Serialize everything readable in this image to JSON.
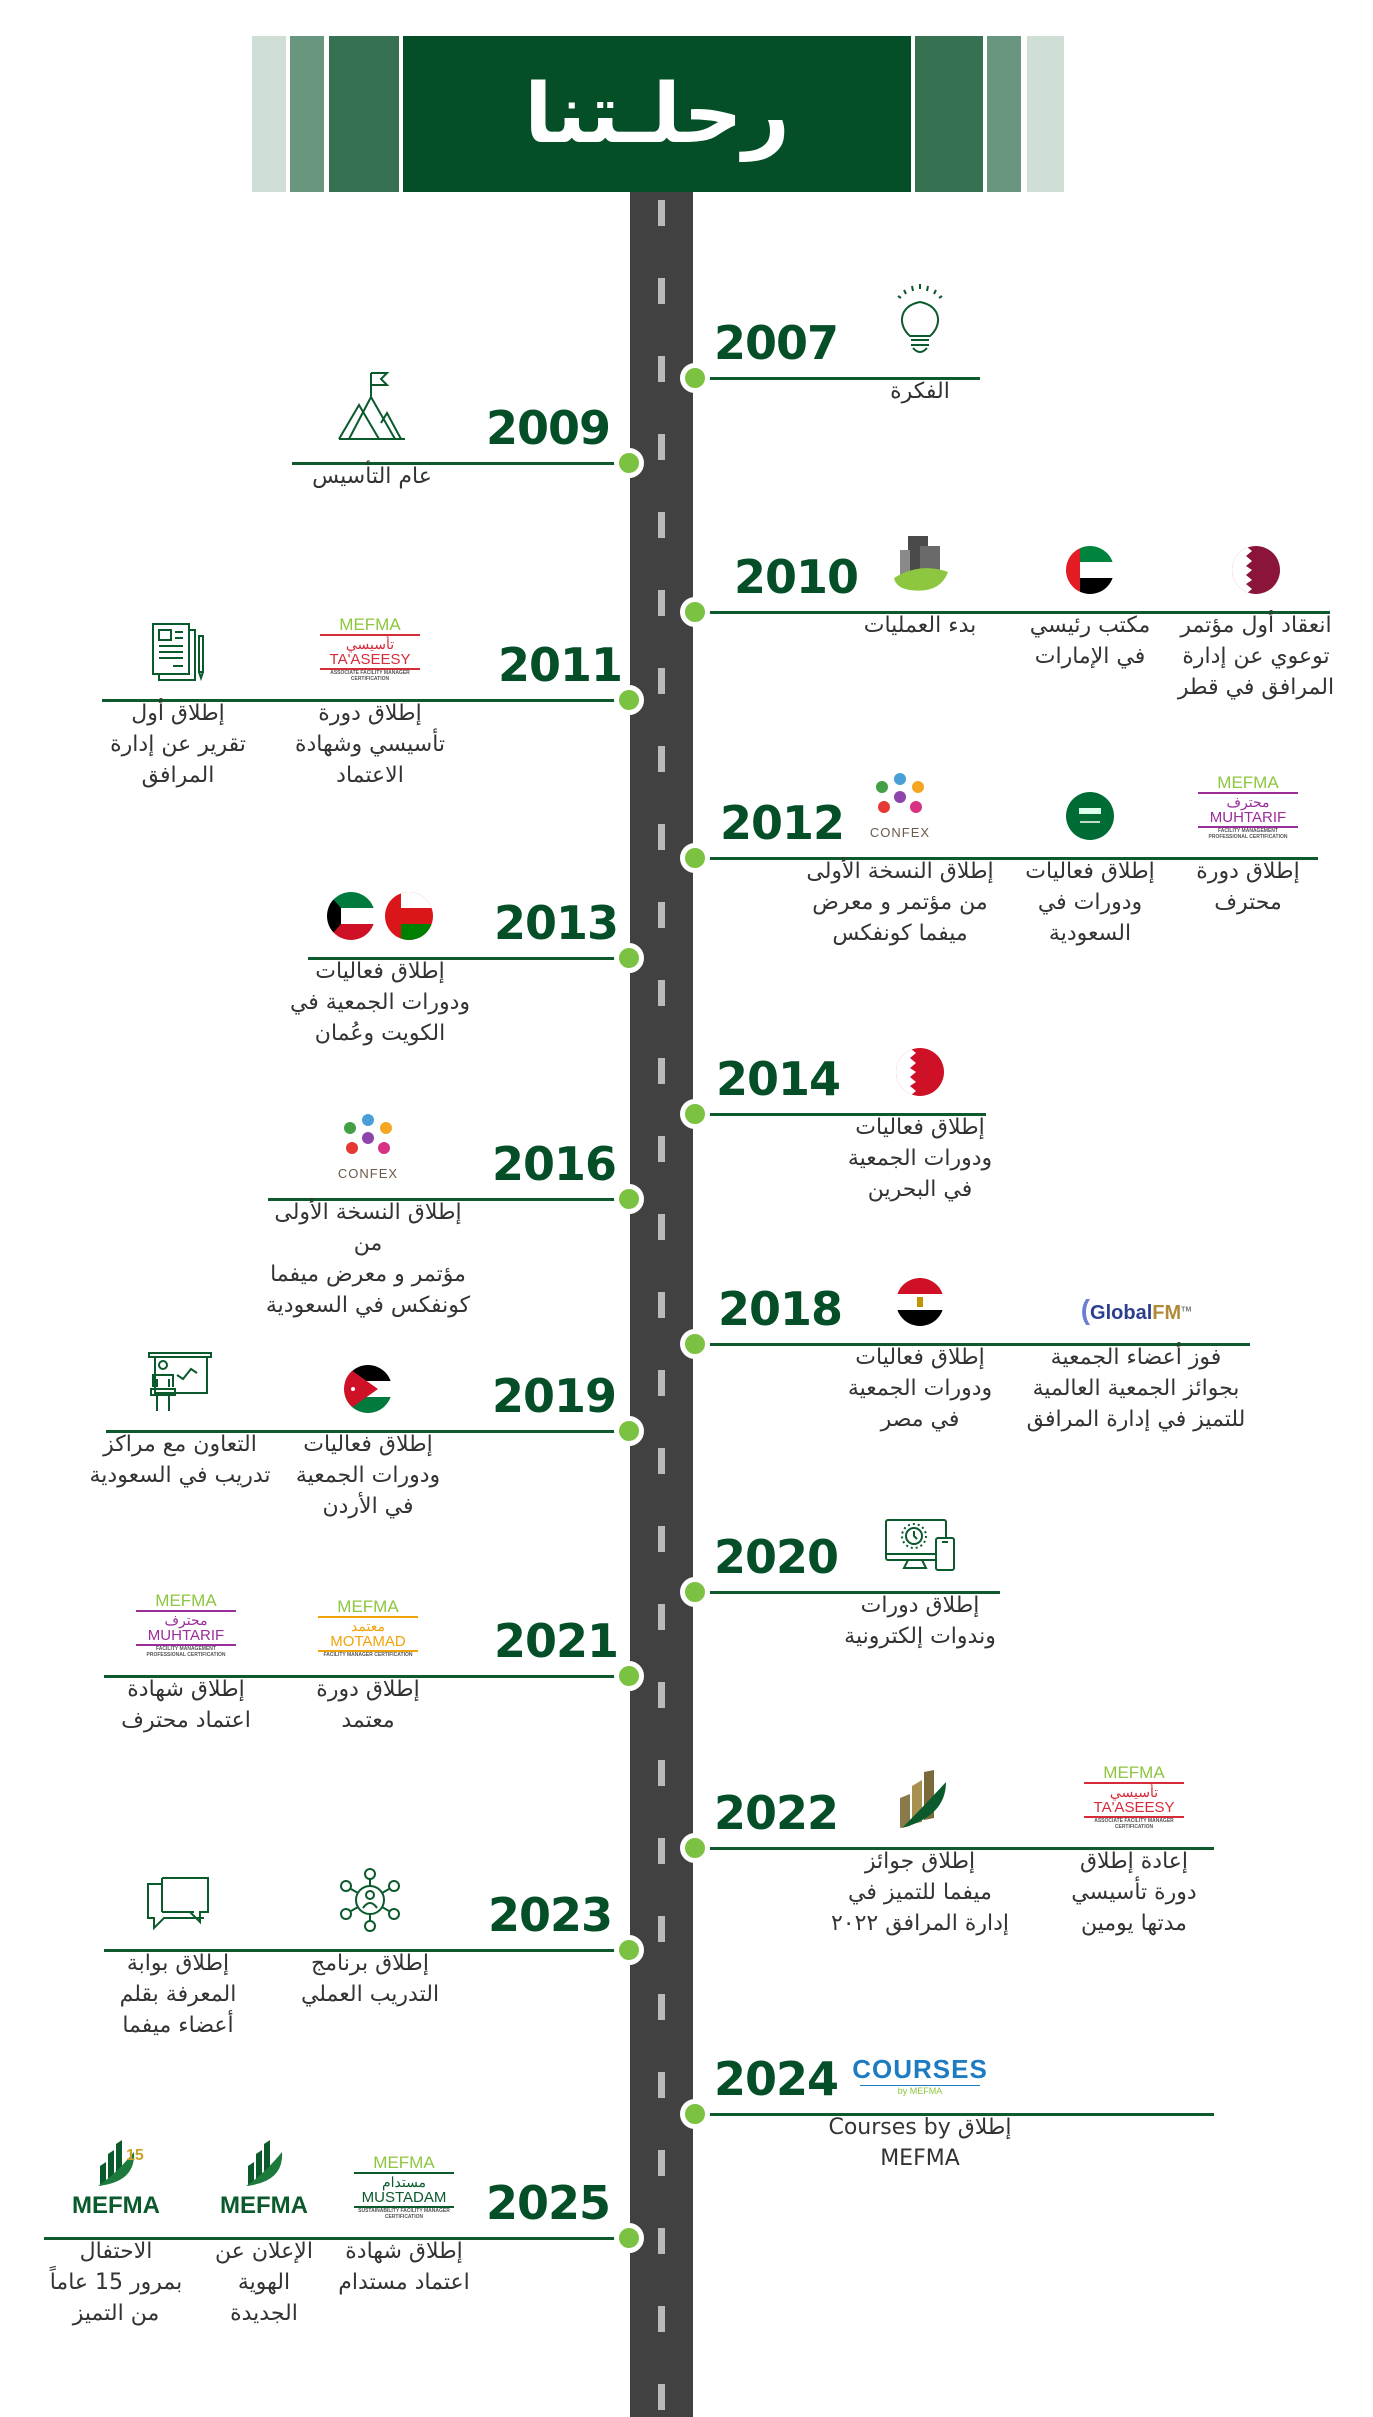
{
  "header": {
    "title": "رحلـتنا"
  },
  "colors": {
    "brand_dark_green": "#054f28",
    "accent_green": "#7cc242",
    "road": "#414141",
    "text": "#333333"
  },
  "timeline": [
    {
      "year": "2007",
      "side": "right",
      "items": [
        {
          "icon": "lightbulb-icon",
          "text": "الفكرة"
        }
      ]
    },
    {
      "year": "2009",
      "side": "left",
      "items": [
        {
          "icon": "mountain-flag-icon",
          "text": "عام التأسيس"
        }
      ]
    },
    {
      "year": "2010",
      "side": "right",
      "items": [
        {
          "icon": "green-building-icon",
          "text": "بدء العمليات"
        },
        {
          "icon": "uae-flag-icon",
          "text": "مكتب رئيسي\nفي الإمارات"
        },
        {
          "icon": "qatar-flag-icon",
          "text": "انعقاد أول مؤتمر\nتوعوي عن إدارة\nالمرافق في قطر"
        }
      ]
    },
    {
      "year": "2011",
      "side": "left",
      "items": [
        {
          "icon": "taaseesy-logo",
          "logo": {
            "top": "MEFMA",
            "ar": "تأسيسي",
            "en": "TA'ASEESY",
            "sub": "ASSOCIATE FACILITY MANAGER CERTIFICATION"
          },
          "text": "إطلاق دورة\nتأسيسي وشهادة\nالاعتماد"
        },
        {
          "icon": "report-document-icon",
          "text": "إطلاق أول\nتقرير عن إدارة\nالمرافق"
        }
      ]
    },
    {
      "year": "2012",
      "side": "right",
      "items": [
        {
          "icon": "confex-logo",
          "logo_text": "CONFEX",
          "text": "إطلاق النسخة الأولى\nمن مؤتمر و معرض\nميفما كونفكس"
        },
        {
          "icon": "saudi-flag-icon",
          "text": "إطلاق فعاليات\nودورات في\nالسعودية"
        },
        {
          "icon": "muhtarif-logo",
          "logo": {
            "top": "MEFMA",
            "ar": "محترف",
            "en": "MUHTARIF",
            "sub": "FACILITY MANAGEMENT PROFESSIONAL CERTIFICATION"
          },
          "text": "إطلاق دورة\nمحترف"
        }
      ]
    },
    {
      "year": "2013",
      "side": "left",
      "items": [
        {
          "icon": "kuwait-oman-flags-icon",
          "text": "إطلاق فعاليات\nودورات الجمعية في\nالكويت وعُمان"
        }
      ]
    },
    {
      "year": "2014",
      "side": "right",
      "items": [
        {
          "icon": "bahrain-flag-icon",
          "text": "إطلاق فعاليات\nودورات الجمعية\nفي البحرين"
        }
      ]
    },
    {
      "year": "2016",
      "side": "left",
      "items": [
        {
          "icon": "confex-logo",
          "logo_text": "CONFEX",
          "text": "إطلاق النسخة الأولى من\nمؤتمر و معرض ميفما\nكونفكس في السعودية"
        }
      ]
    },
    {
      "year": "2018",
      "side": "right",
      "items": [
        {
          "icon": "egypt-flag-icon",
          "text": "إطلاق فعاليات\nودورات الجمعية\nفي مصر"
        },
        {
          "icon": "globalfm-logo",
          "logo_text": "GlobalFM",
          "text": "فوز أعضاء الجمعية\nبجوائز الجمعية العالمية\nللتميز في إدارة المرافق"
        }
      ]
    },
    {
      "year": "2019",
      "side": "left",
      "items": [
        {
          "icon": "jordan-flag-icon",
          "text": "إطلاق فعاليات\nودورات الجمعية\nفي الأردن"
        },
        {
          "icon": "presenter-training-icon",
          "text": "التعاون مع مراكز\nتدريب في السعودية"
        }
      ]
    },
    {
      "year": "2020",
      "side": "right",
      "items": [
        {
          "icon": "monitor-phone-clock-icon",
          "text": "إطلاق دورات\nوندوات إلكترونية"
        }
      ]
    },
    {
      "year": "2021",
      "side": "left",
      "items": [
        {
          "icon": "motamad-logo",
          "logo": {
            "top": "MEFMA",
            "ar": "معتمد",
            "en": "MOTAMAD",
            "sub": "FACILITY MANAGER CERTIFICATION"
          },
          "text": "إطلاق دورة\nمعتمد"
        },
        {
          "icon": "muhtarif-logo",
          "logo": {
            "top": "MEFMA",
            "ar": "محترف",
            "en": "MUHTARIF",
            "sub": "FACILITY MANAGEMENT PROFESSIONAL CERTIFICATION"
          },
          "text": "إطلاق شهادة\nاعتماد محترف"
        }
      ]
    },
    {
      "year": "2022",
      "side": "right",
      "items": [
        {
          "icon": "awards-leaf-logo",
          "text": "إطلاق جوائز\nميفما للتميز في\nإدارة المرافق ٢٠٢٢"
        },
        {
          "icon": "taaseesy-logo",
          "logo": {
            "top": "MEFMA",
            "ar": "تأسيسي",
            "en": "TA'ASEESY",
            "sub": "ASSOCIATE FACILITY MANAGER CERTIFICATION"
          },
          "text": "إعادة إطلاق\nدورة تأسيسي\nمدتها يومين"
        }
      ]
    },
    {
      "year": "2023",
      "side": "left",
      "items": [
        {
          "icon": "network-people-icon",
          "text": "إطلاق برنامج\nالتدريب العملي"
        },
        {
          "icon": "chat-bubbles-icon",
          "text": "إطلاق بوابة\nالمعرفة بقلم\nأعضاء ميفما"
        }
      ]
    },
    {
      "year": "2024",
      "side": "right",
      "items": [
        {
          "icon": "courses-logo",
          "logo_text": "COURSES",
          "logo_sub": "by MEFMA",
          "text": "إطلاق Courses by\nMEFMA"
        }
      ]
    },
    {
      "year": "2025",
      "side": "left",
      "items": [
        {
          "icon": "mustadam-logo",
          "logo": {
            "top": "MEFMA",
            "ar": "مستدام",
            "en": "MUSTADAM",
            "sub": "SUSTAINABILITY FACILITY MANAGER CERTIFICATION"
          },
          "text": "إطلاق شهادة\nاعتماد مستدام"
        },
        {
          "icon": "mefma-logo",
          "logo_text": "MEFMA",
          "text": "الإعلان عن\nالهوية\nالجديدة"
        },
        {
          "icon": "mefma-15-logo",
          "logo_text": "MEFMA",
          "text": "الاحتفال\nبمرور 15 عاماً\nمن التميز"
        }
      ]
    }
  ]
}
